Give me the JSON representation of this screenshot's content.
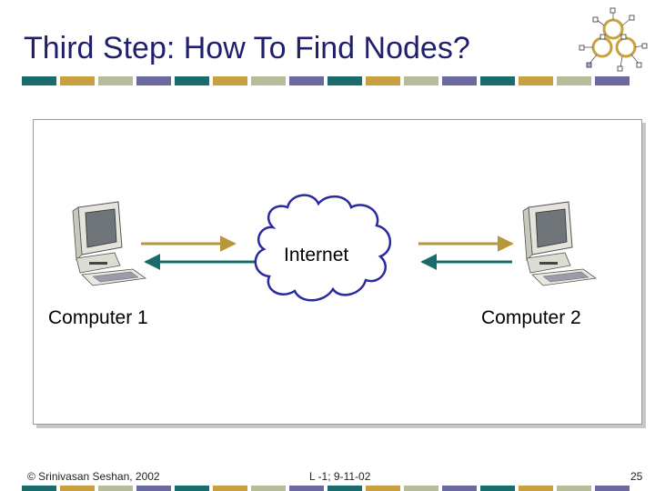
{
  "slide": {
    "title": "Third Step: How To Find Nodes?",
    "footer_left": "© Srinivasan Seshan, 2002",
    "footer_center": "L -1; 9-11-02",
    "page_number": "25"
  },
  "diagram": {
    "cloud_label": "Internet",
    "computer_left_label": "Computer 1",
    "computer_right_label": "Computer 2"
  },
  "colors": {
    "title": "#1f1f6b",
    "stripe": [
      "#1a6b6b",
      "#c8a040",
      "#b8bc9a",
      "#6a6aa0"
    ],
    "arrow_out": "#b8963a",
    "arrow_in": "#1a6b6b",
    "cloud_outline": "#2a2aa0"
  },
  "icons": [
    "network-nodes-logo-icon",
    "computer-icon",
    "cloud-icon"
  ]
}
